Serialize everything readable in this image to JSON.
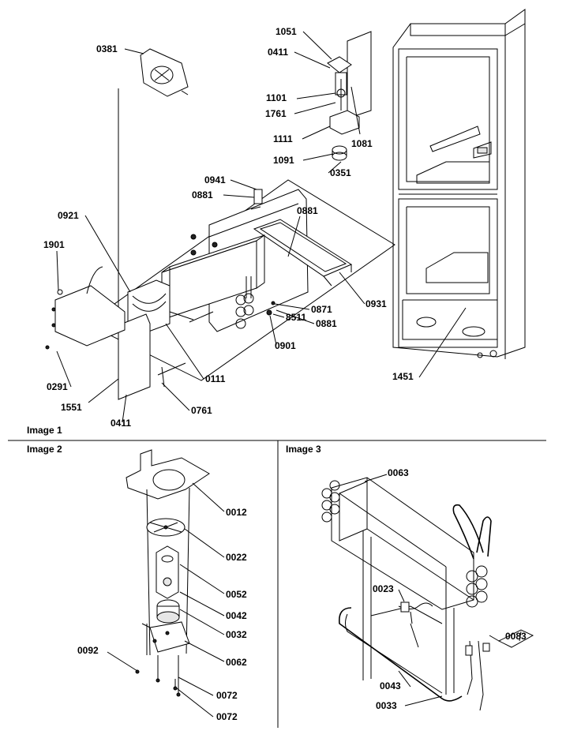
{
  "sections": {
    "image1": "Image 1",
    "image2": "Image 2",
    "image3": "Image 3"
  },
  "image1_callouts": [
    "0381",
    "1051",
    "0411",
    "1101",
    "1761",
    "1111",
    "1081",
    "1091",
    "0351",
    "0941",
    "0881",
    "0881",
    "0921",
    "1901",
    "0871",
    "0931",
    "8511",
    "0881",
    "0901",
    "0291",
    "1551",
    "0111",
    "0411",
    "0761",
    "1451"
  ],
  "image2_callouts": [
    "0012",
    "0022",
    "0052",
    "0042",
    "0032",
    "0092",
    "0062",
    "0072",
    "0072"
  ],
  "image3_callouts": [
    "0063",
    "0023",
    "0083",
    "0043",
    "0033"
  ]
}
